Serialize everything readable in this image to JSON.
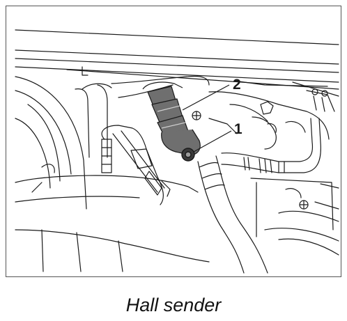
{
  "callouts": [
    {
      "number": "2"
    },
    {
      "number": "1"
    }
  ],
  "caption": "Hall sender",
  "colors": {
    "line": "#1a1a1a",
    "highlight": "#6f6f6f",
    "frame": "#555555",
    "background": "#ffffff"
  }
}
